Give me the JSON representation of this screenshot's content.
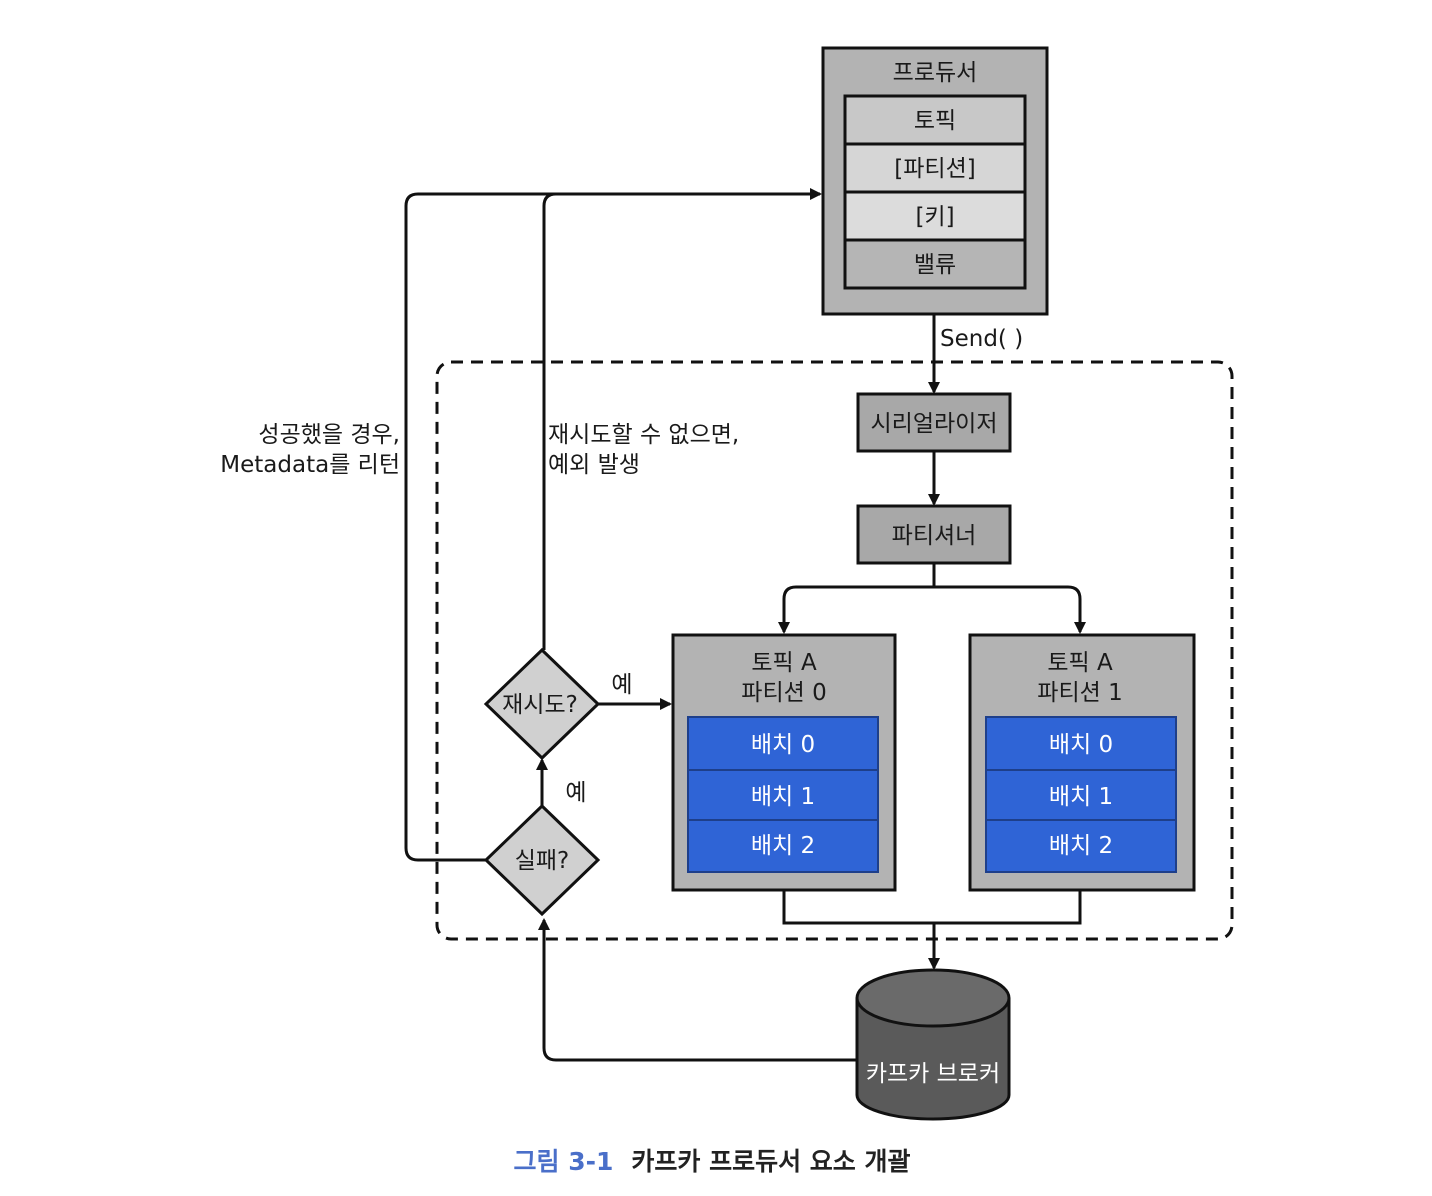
{
  "producer": {
    "title": "프로듀서",
    "fields": [
      "토픽",
      "[파티션]",
      "[키]",
      "밸류"
    ]
  },
  "send_label": "Send( )",
  "serializer": "시리얼라이저",
  "partitioner": "파티셔너",
  "partitions": [
    {
      "title_line1": "토픽 A",
      "title_line2": "파티션 0",
      "batches": [
        "배치 0",
        "배치 1",
        "배치 2"
      ]
    },
    {
      "title_line1": "토픽 A",
      "title_line2": "파티션 1",
      "batches": [
        "배치 0",
        "배치 1",
        "배치 2"
      ]
    }
  ],
  "retry_decision": "재시도?",
  "fail_decision": "실패?",
  "yes_label_retry": "예",
  "yes_label_fail": "예",
  "success_label": {
    "line1": "성공했을 경우,",
    "line2": "Metadata를 리턴"
  },
  "no_retry_label": {
    "line1": "재시도할 수 없으면,",
    "line2": "예외 발생"
  },
  "broker": "카프카 브로커",
  "caption": {
    "number": "그림 3-1",
    "text": "카프카 프로듀서 요소 개괄"
  },
  "colors": {
    "box_gray": "#bdbdbd",
    "box_dark": "#9e9e9e",
    "batch_blue": "#2f64d6",
    "broker": "#5a5a5a"
  }
}
